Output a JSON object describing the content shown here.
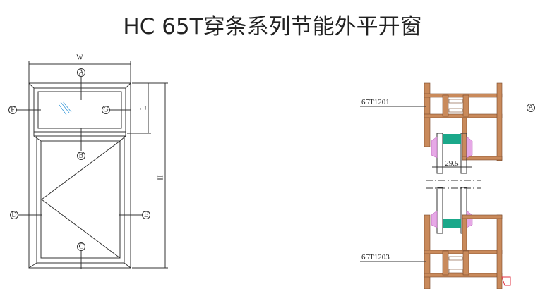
{
  "title": "HC 65T穿条系列节能外平开窗",
  "elevation": {
    "width_label": "W",
    "height_label": "H",
    "transom_label": "L",
    "markers": [
      "A",
      "B",
      "C",
      "D",
      "E",
      "F",
      "G"
    ]
  },
  "section": {
    "marker": "A",
    "top_profile": "65T1201",
    "bottom_profile": "65T1203",
    "glass_dimension": "29.5"
  },
  "colors": {
    "profile": "#c98a5b",
    "spacer": "#1aa88a",
    "gasket": "#d07ad0"
  }
}
